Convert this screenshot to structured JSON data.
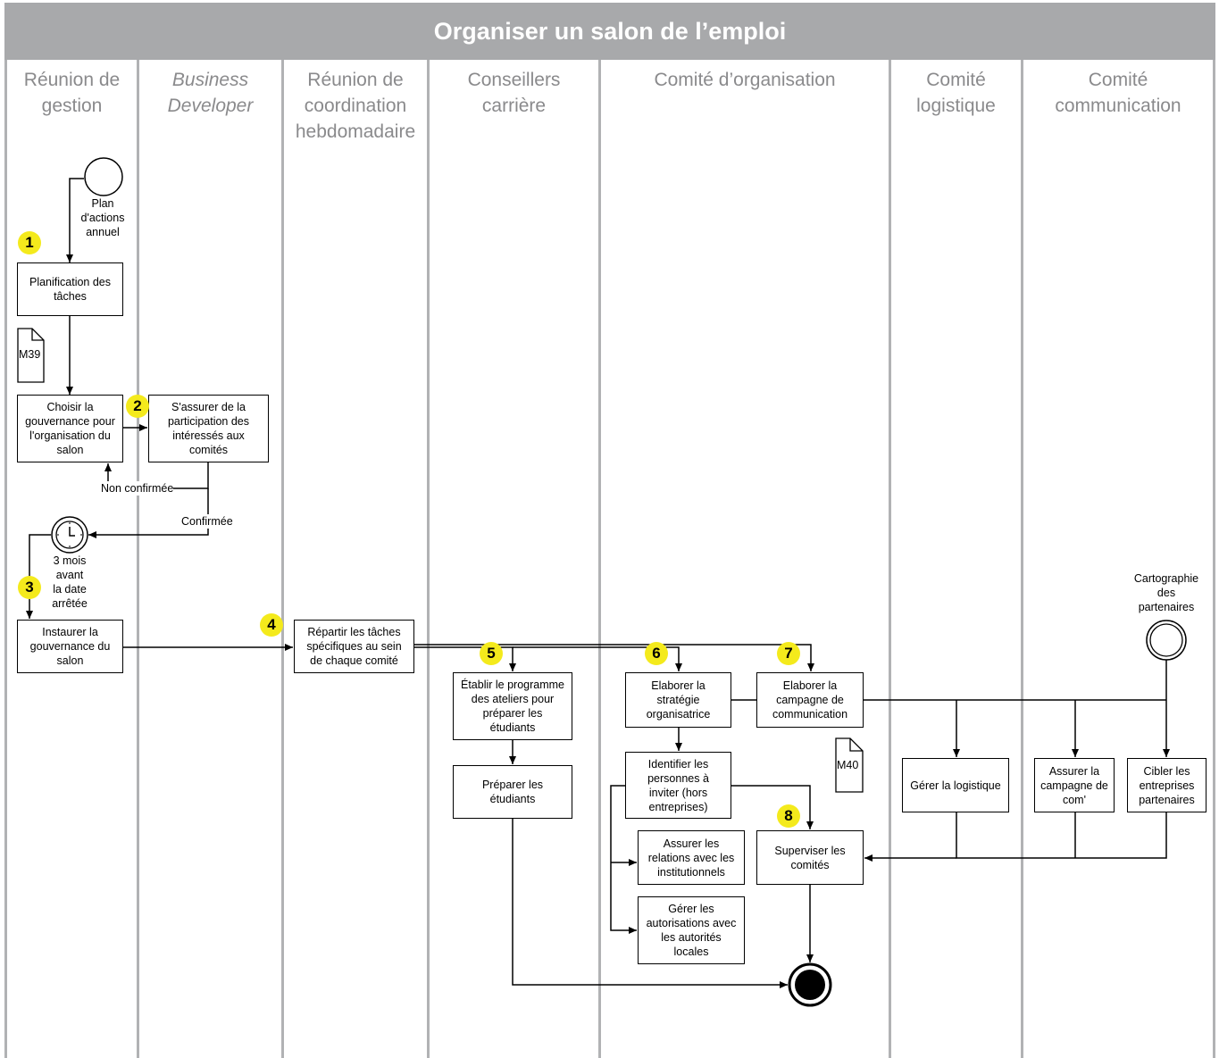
{
  "title": "Organiser un salon de l’emploi",
  "lanes": [
    {
      "label": "Réunion de\ngestion"
    },
    {
      "label": "Business\nDeveloper"
    },
    {
      "label": "Réunion de\ncoordination\nhebdomadaire"
    },
    {
      "label": "Conseillers\ncarrière"
    },
    {
      "label": "Comité d’organisation"
    },
    {
      "label": "Comité\nlogistique"
    },
    {
      "label": "Comité\ncommunication"
    }
  ],
  "events": {
    "start_label": "Plan\nd'actions\nannuel",
    "timer_label": "3 mois\navant\nla date\narrêtée",
    "partners_label": "Cartographie\ndes\npartenaires"
  },
  "tasks": {
    "planification": "Planification des\ntâches",
    "choisir": "Choisir la\ngouvernance pour\nl'organisation du\nsalon",
    "assurer_participation": "S'assurer de la\nparticipation des\nintéressés aux\ncomités",
    "instaurer": "Instaurer la\ngouvernance du\nsalon",
    "repartir": "Répartir les tâches\nspécifiques au sein\nde chaque comité",
    "etablir": "Établir le programme\ndes ateliers pour\npréparer les\nétudiants",
    "preparer": "Préparer les\nétudiants",
    "elaborer_strategie": "Elaborer la\nstratégie\norganisatrice",
    "elaborer_campagne": "Elaborer la\ncampagne de\ncommunication",
    "identifier": "Identifier les\npersonnes à\ninviter (hors\nentreprises)",
    "relations": "Assurer les\nrelations avec les\ninstitutionnels",
    "autorisations": "Gérer les\nautorisations avec\nles autorités\nlocales",
    "superviser": "Superviser les\ncomités",
    "logistique": "Gérer la logistique",
    "assurer_campagne": "Assurer la\ncampagne de\ncom'",
    "cibler": "Cibler les\nentreprises\npartenaires"
  },
  "documents": {
    "m39": "M39",
    "m40": "M40"
  },
  "flow_labels": {
    "non_confirmee": "Non confirmée",
    "confirmee": "Confirmée"
  },
  "steps": [
    "1",
    "2",
    "3",
    "4",
    "5",
    "6",
    "7",
    "8"
  ],
  "colors": {
    "header": "#a8a9ab",
    "lane_border": "#b1b2b4",
    "badge": "#f4ea1c",
    "lane_text": "#8a8a8c"
  }
}
